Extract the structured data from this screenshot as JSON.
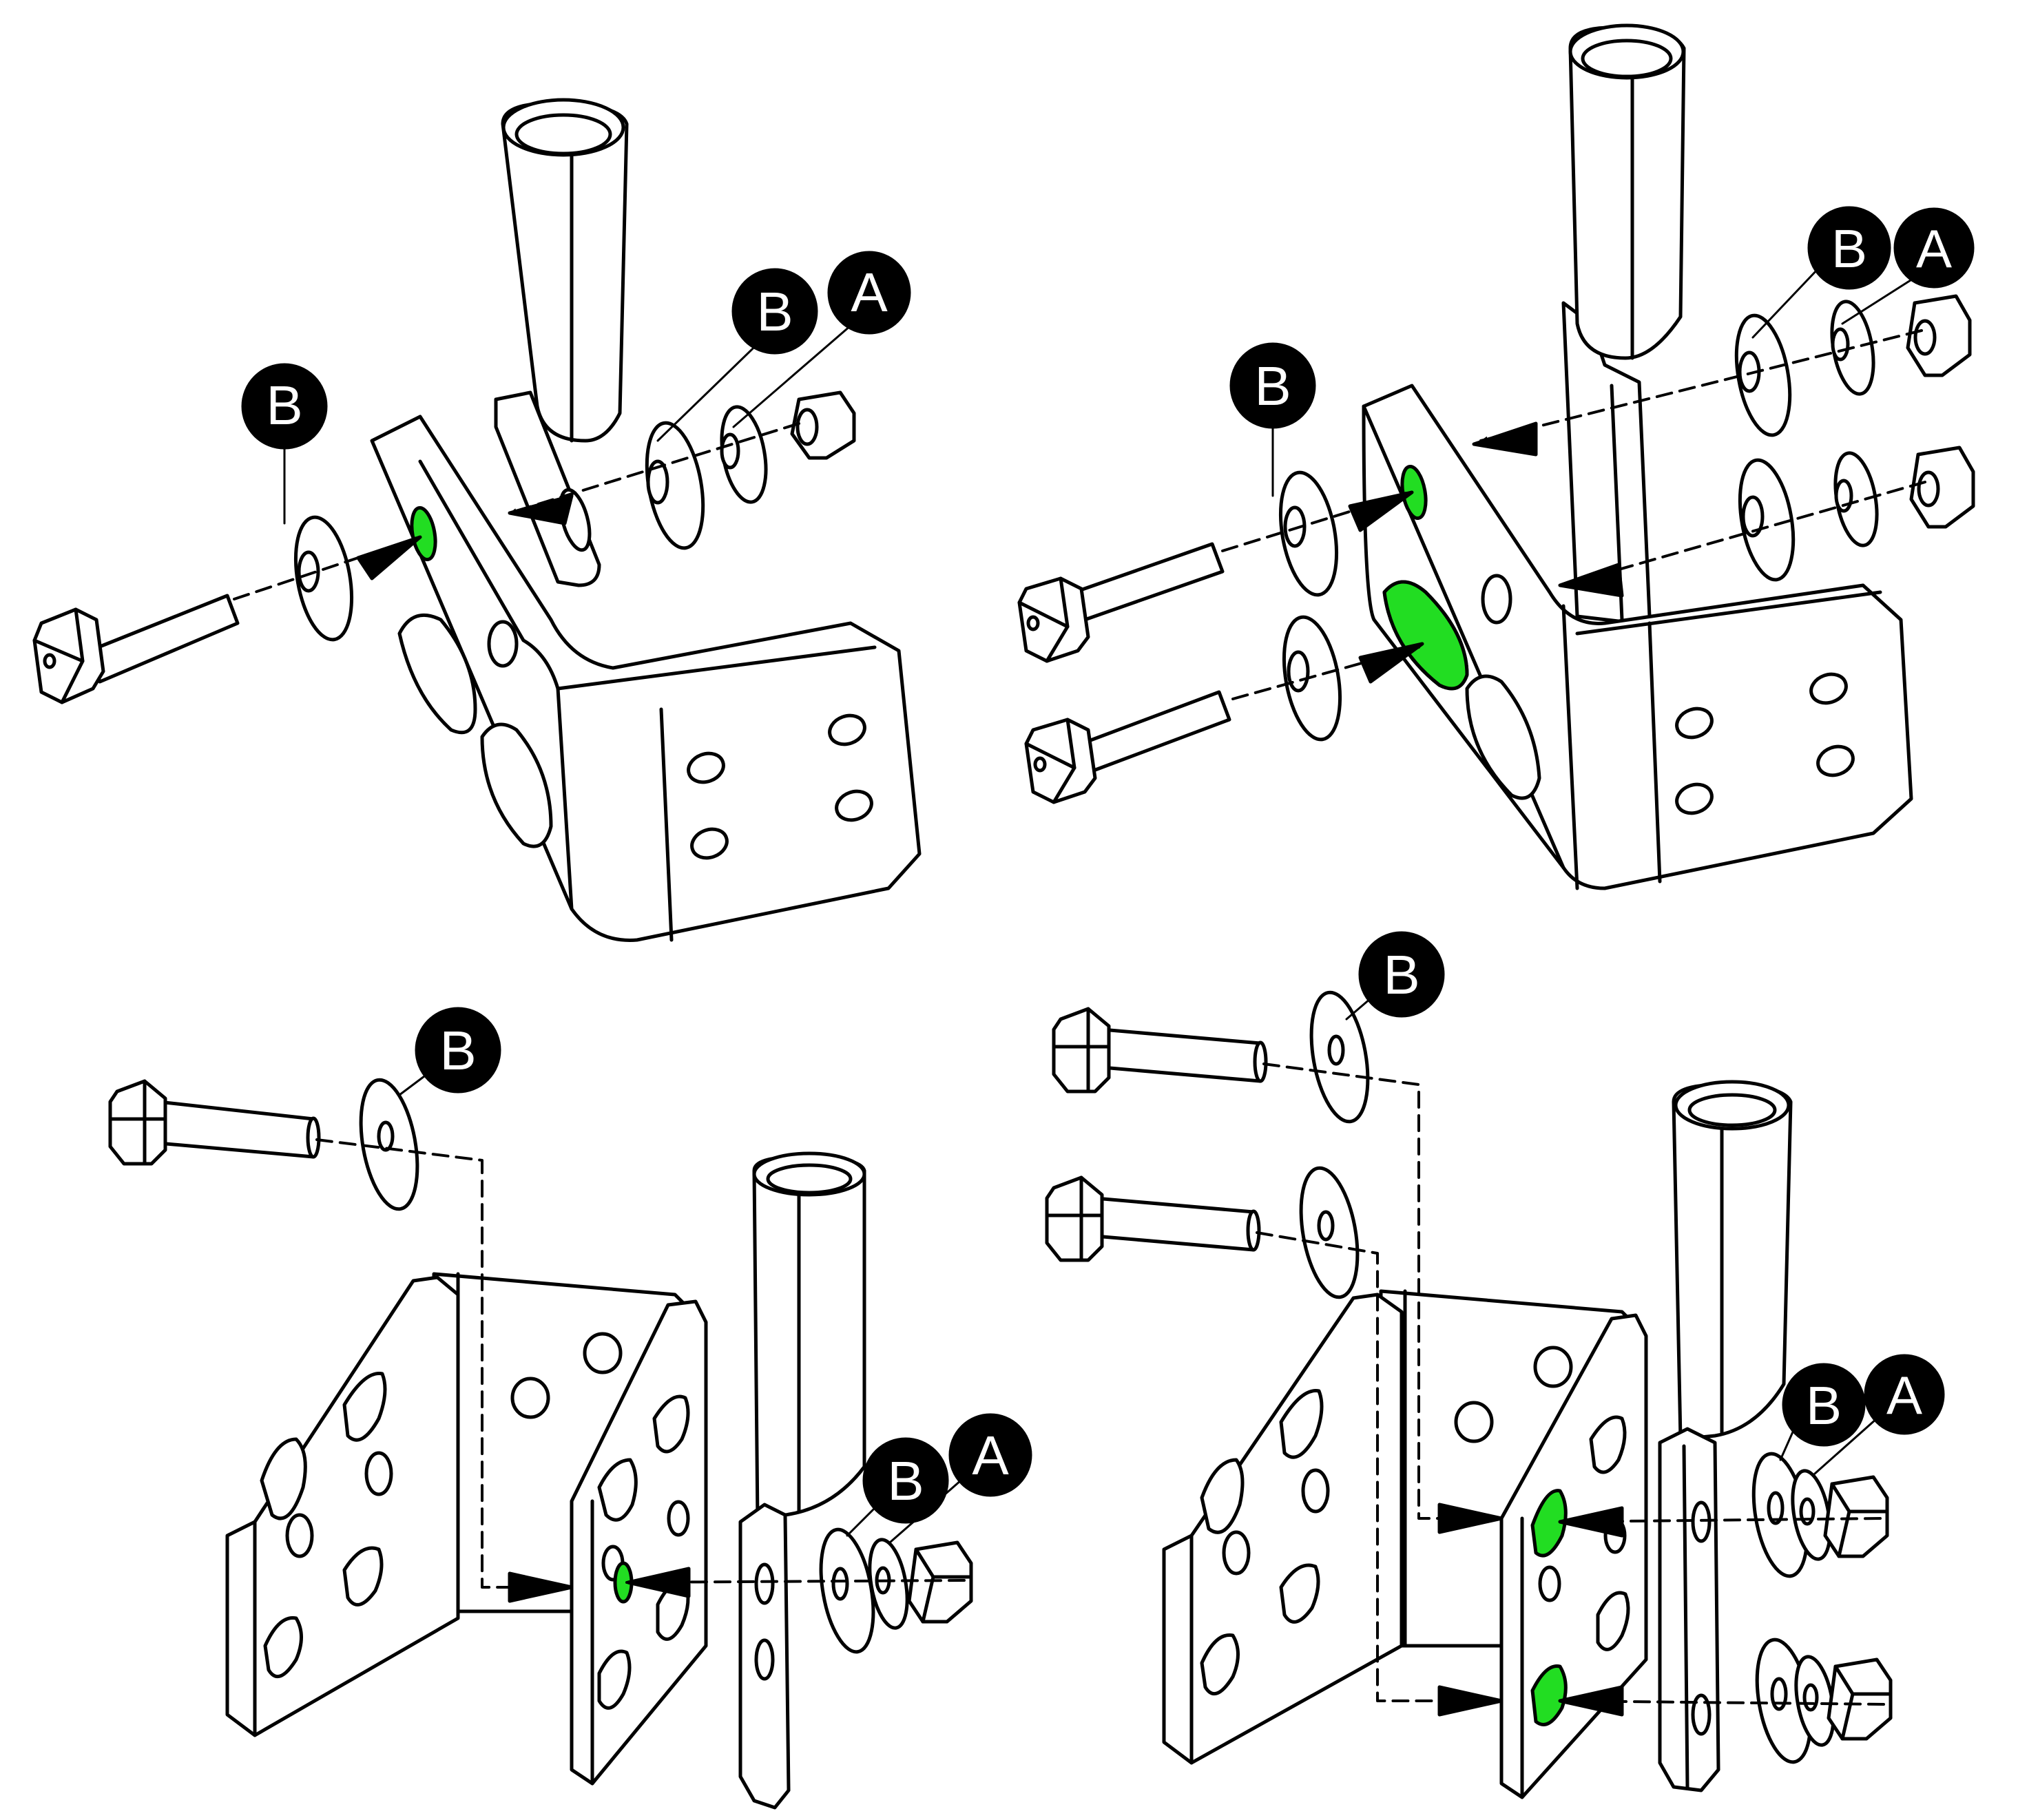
{
  "colors": {
    "line": "#000000",
    "fill": "#ffffff",
    "highlight": "#22dd22",
    "callout_bg": "#000000",
    "callout_text": "#ffffff"
  },
  "callouts": {
    "p1_b_left": "B",
    "p1_b_right": "B",
    "p1_a": "A",
    "p2_b_left": "B",
    "p2_b_right": "B",
    "p2_a": "A",
    "p3_b_top": "B",
    "p3_b_right": "B",
    "p3_a": "A",
    "p4_b_top": "B",
    "p4_b_right": "B",
    "p4_a": "A"
  }
}
